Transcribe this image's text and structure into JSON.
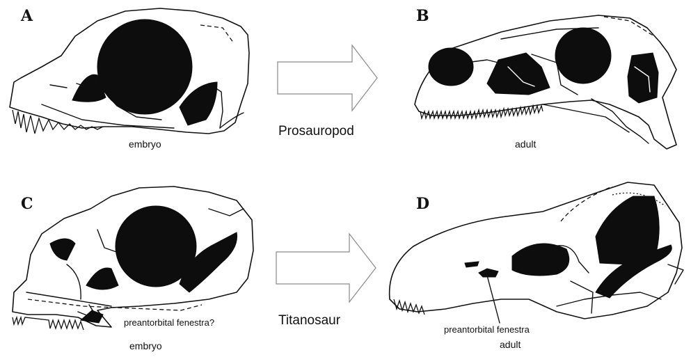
{
  "panels": [
    {
      "id": "A",
      "label": "A",
      "caption": "embryo"
    },
    {
      "id": "B",
      "label": "B",
      "caption": "adult"
    },
    {
      "id": "C",
      "label": "C",
      "caption": "embryo",
      "annotation": "preantorbital fenestra?"
    },
    {
      "id": "D",
      "label": "D",
      "caption": "adult",
      "annotation": "preantorbital fenestra"
    }
  ],
  "arrows": [
    {
      "label": "Prosauropod"
    },
    {
      "label": "Titanosaur"
    }
  ]
}
